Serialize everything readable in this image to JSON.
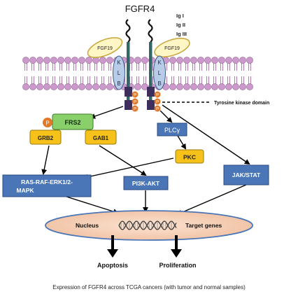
{
  "diagram": {
    "title": "FGFR4",
    "ig_domains": [
      "Ig I",
      "Ig II",
      "Ig III"
    ],
    "ligand_left": "FGF19",
    "ligand_right": "FGF19",
    "klb_left": [
      "K",
      "L",
      "B"
    ],
    "klb_right": [
      "K",
      "L",
      "B"
    ],
    "phospho_label": "P",
    "tyrosine_kinase_label": "Tyrosine kinase domain",
    "nodes": {
      "frs2": "FRS2",
      "grb2": "GRB2",
      "gab1": "GAB1",
      "plcg": "PLCγ",
      "pkc": "PKC",
      "ras_line1": "RAS-RAF-ERK1/2-",
      "ras_line2": "MAPK",
      "pi3k": "PI3K-AKT",
      "jak": "JAK/STAT"
    },
    "nucleus_label": "Nucleus",
    "target_genes_label": "Target genes",
    "outcomes": [
      "Apoptosis",
      "Proliferation"
    ],
    "caption": "Expression of FGFR4 across TCGA cancers (with tumor and normal samples)"
  },
  "colors": {
    "membrane": "#cc99cc",
    "membrane_tail": "#9a5a9a",
    "receptor": "#336666",
    "kinase": "#3d2e5c",
    "ligand_fill": "#fff6c6",
    "ligand_stroke": "#c8a43a",
    "klb_fill": "#b8cce8",
    "phospho": "#e07a2a",
    "frs2": "#8ad06a",
    "yellow_node": "#f6c21a",
    "blue_node": "#4a76b8",
    "nucleus_fill": "#f4cdb2",
    "nucleus_stroke": "#4a76b8"
  }
}
